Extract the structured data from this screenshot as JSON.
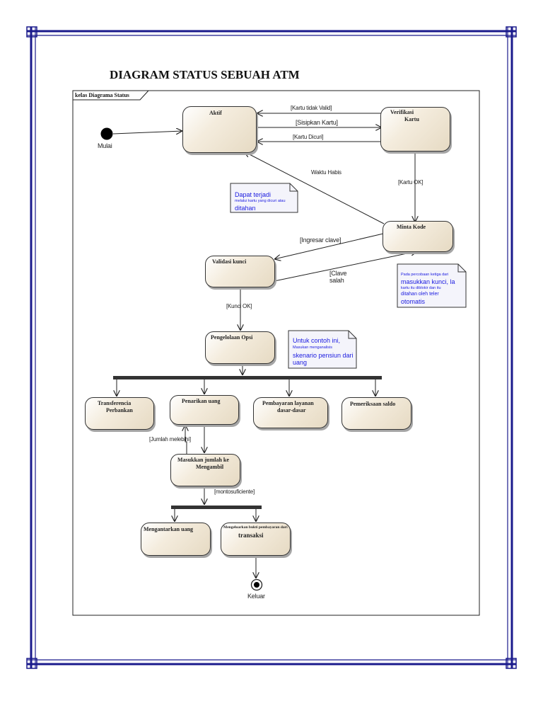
{
  "title": "DIAGRAM STATUS SEBUAH ATM",
  "frame_label": "kelas Diagrama Status",
  "start_label": "Mulai",
  "end_label": "Keluar",
  "states": {
    "aktif": "Aktif",
    "verifikasi_line1": "Verifikasi",
    "verifikasi_line2": "Kartu",
    "minta_kode": "Minta Kode",
    "validasi_kunci": "Validasi kunci",
    "pengelolaan_opsi": "Pengelolaan Opsi",
    "transferencia_line1": "Transferencia",
    "transferencia_line2": "Perbankan",
    "penarikan_uang": "Penarikan uang",
    "pembayaran_line1": "Pembayaran layanan",
    "pembayaran_line2": "dasar-dasar",
    "pemeriksaan_saldo": "Pemeriksaan saldo",
    "masukkan_line1": "Masukkan jumlah ke",
    "masukkan_line2": "Mengambil",
    "mengantarkan_uang": "Mengantarkan uang",
    "bukti_line1": "Mengeluarkan bukti pembayaran dari",
    "bukti_line2": "transaksi"
  },
  "transitions": {
    "kartu_tidak_valid": "[Kartu tidak Valid]",
    "sisipkan_kartu": "[Sisipkan Kartu]",
    "kartu_dicuri": "[Kartu Dicuri]",
    "waktu_habis": "Waktu Habis",
    "kartu_ok": "[Kartu OK]",
    "ingresar_clave": "[Ingresar clave]",
    "clave_salah_line1": "[Clave",
    "clave_salah_line2": "salah",
    "kunci_ok": "[Kunci OK]",
    "jumlah_melebihi": "[Jumlah melebihi]",
    "montosuficiente": "[montosuficiente]"
  },
  "notes": {
    "note1_line1": "Dapat terjadi",
    "note1_line2": "melalui kartu yang dicuri atau",
    "note1_line3": "ditahan",
    "note2_line1": "Pada percobaan ketiga dari",
    "note2_line2": "masukkan kunci, la",
    "note2_line3": "kartu itu diblokir dan itu",
    "note2_line4": "ditahan oleh teler",
    "note2_line5": "otomatis",
    "note3_line1": "Untuk contoh ini,",
    "note3_line2": "Masukan menganalisis",
    "note3_line3": "skenario pensiun dari",
    "note3_line4": "uang"
  },
  "colors": {
    "border_navy": "#1a1a8c",
    "state_fill": "#f1e8d6",
    "note_fill": "#f4f4fb",
    "note_text": "#1a1ae0",
    "sync_bar": "#333333"
  }
}
